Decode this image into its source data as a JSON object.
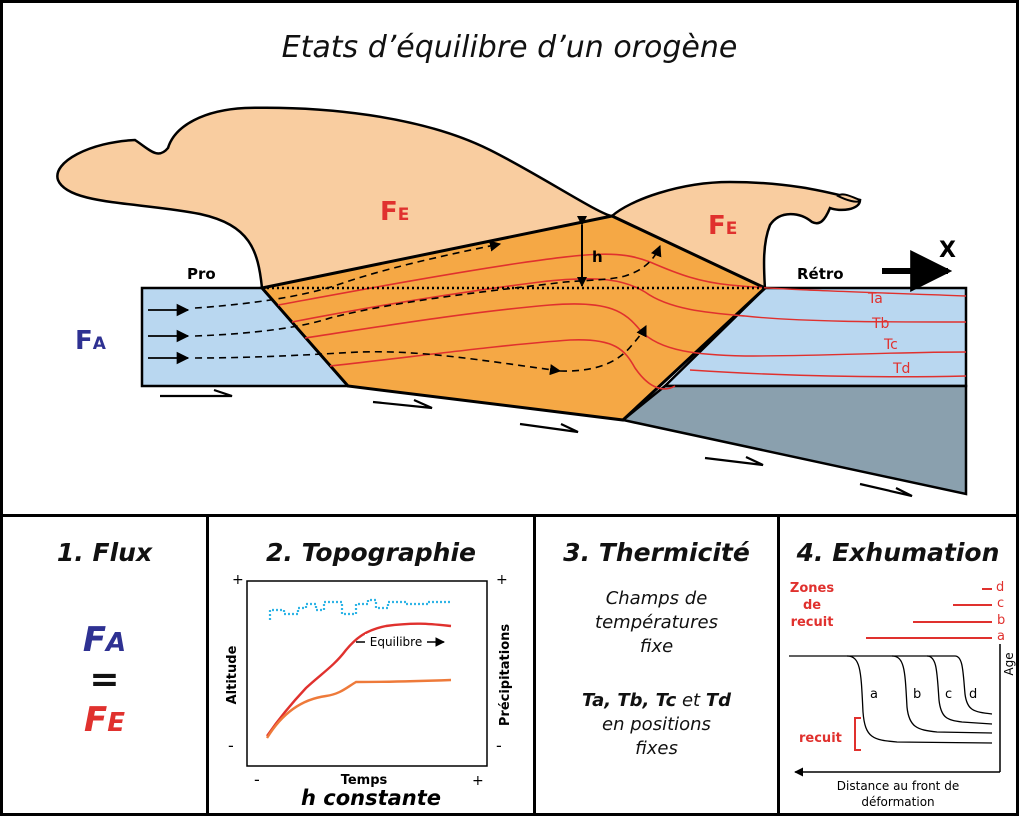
{
  "top": {
    "title": "Etats d’équilibre d’un orogène",
    "label_fe": "F",
    "label_fe_sub": "E",
    "label_fa": "F",
    "label_fa_sub": "A",
    "label_h": "h",
    "label_pro": "Pro",
    "label_retro": "Rétro",
    "label_x": "X",
    "isotherms": [
      "Ta",
      "Tb",
      "Tc",
      "Td"
    ]
  },
  "panel1": {
    "title": "1. Flux",
    "fa": "F",
    "fa_sub": "A",
    "equals": "=",
    "fe": "F",
    "fe_sub": "E"
  },
  "panel2": {
    "title": "2. Topographie",
    "ylabel_left": "Altitude",
    "ylabel_right": "Précipitations",
    "xlabel": "Temps",
    "equilibre": "Equilibre",
    "plus": "+",
    "minus": "-",
    "caption": "h constante"
  },
  "panel3": {
    "title": "3. Thermicité",
    "line1": "Champs de",
    "line2": "températures",
    "line3": "fixe",
    "bold_line": "Ta, Tb, Tc",
    "bold_connector": "et",
    "bold_last": "Td",
    "line5": "en positions",
    "line6": "fixes"
  },
  "panel4": {
    "title": "4. Exhumation",
    "zones_line1": "Zones",
    "zones_line2": "de",
    "zones_line3": "recuit",
    "letters": [
      "d",
      "c",
      "b",
      "a"
    ],
    "curve_letters": [
      "a",
      "b",
      "c",
      "d"
    ],
    "recuit": "recuit",
    "age": "Age",
    "xlabel_line1": "Distance au front de",
    "xlabel_line2": "déformation"
  },
  "colors": {
    "orange": "#F5A845",
    "peach": "#F9CDA0",
    "blue": "#B9D7F0",
    "gray_blue": "#8AA0AE",
    "red": "#E0312E",
    "navy": "#2E3192",
    "cyan": "#2FB4E6"
  }
}
